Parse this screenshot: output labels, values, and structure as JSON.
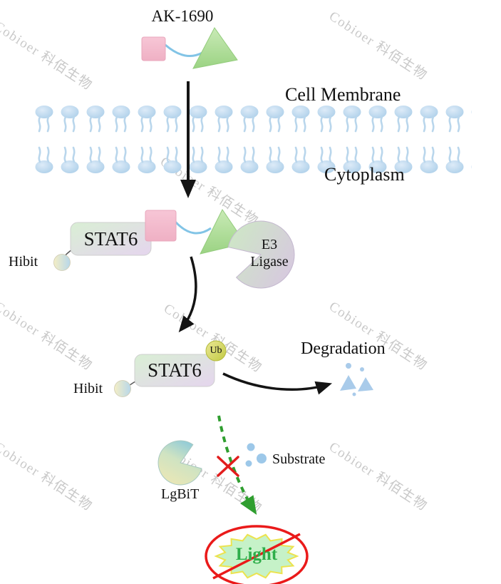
{
  "watermark": {
    "text": "Cobioer 科佰生物",
    "color": "#c9c9c9"
  },
  "labels": {
    "compound": "AK-1690",
    "cell_membrane": "Cell Membrane",
    "cytoplasm": "Cytoplasm",
    "stat6": "STAT6",
    "hibit": "Hibit",
    "e3_line1": "E3",
    "e3_line2": "Ligase",
    "ub": "Ub",
    "degradation": "Degradation",
    "substrate": "Substrate",
    "lgbit": "LgBiT",
    "light": "Light"
  },
  "colors": {
    "membrane_blue": "#b9d6ec",
    "pink_square": "#f4bccd",
    "linker_blue": "#82c4e6",
    "triangle_green": "#aedb9a",
    "stat6_green": "#d9efd4",
    "stat6_purple": "#e5d5ee",
    "ub_yellow_green": "#d5da6a",
    "arrow_black": "#141414",
    "dashed_green": "#2f9e2f",
    "prohibit_red": "#ea1a1a",
    "light_text_green": "#2fae4a",
    "substrate_blue": "#9dc8e9",
    "starburst_fill": "#c6f2c8",
    "starburst_edge": "#ece34e"
  }
}
